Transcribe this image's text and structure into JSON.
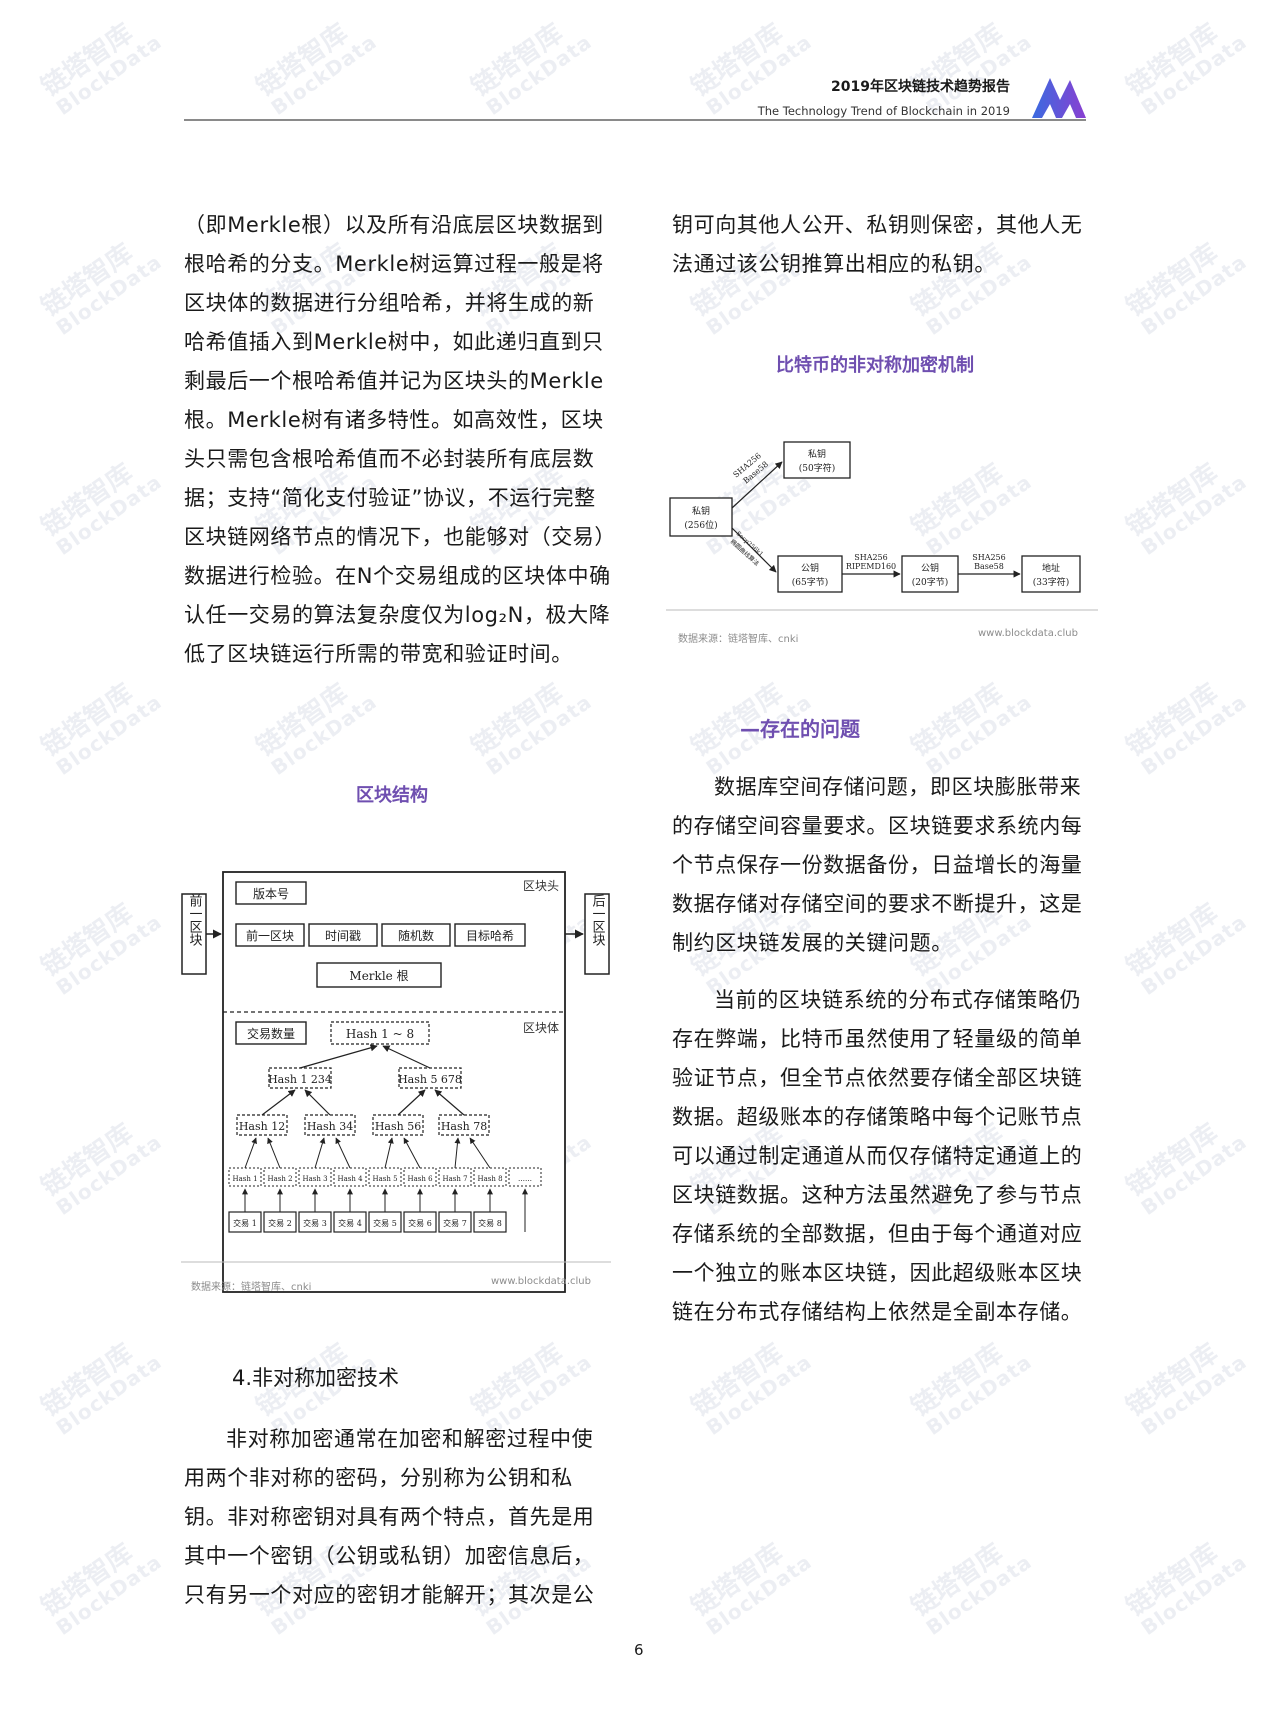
{
  "header": {
    "title": "2019年区块链技术趋势报告",
    "subtitle": "The Technology Trend of Blockchain in 2019"
  },
  "watermark": {
    "cn": "链塔智库",
    "en": "BlockData"
  },
  "left_column": {
    "paragraph1": "（即Merkle根）以及所有沿底层区块数据到根哈希的分支。Merkle树运算过程一般是将区块体的数据进行分组哈希，并将生成的新哈希值插入到Merkle树中，如此递归直到只剩最后一个根哈希值并记为区块头的Merkle根。Merkle树有诸多特性。如高效性，区块头只需包含根哈希值而不必封装所有底层数据；支持“简化支付验证”协议，不运行完整区块链网络节点的情况下，也能够对（交易）数据进行检验。在N个交易组成的区块体中确认任一交易的算法复杂度仅为log₂N，极大降低了区块链运行所需的带宽和验证时间。",
    "figure_title": "区块结构",
    "section_heading": "4.非对称加密技术",
    "paragraph2": "非对称加密通常在加密和解密过程中使用两个非对称的密码，分别称为公钥和私钥。非对称密钥对具有两个特点，首先是用其中一个密钥（公钥或私钥）加密信息后，只有另一个对应的密钥才能解开；其次是公"
  },
  "right_column": {
    "paragraph1": "钥可向其他人公开、私钥则保密，其他人无法通过该公钥推算出相应的私钥。",
    "figure_title": "比特币的非对称加密机制",
    "section_title": "—存在的问题",
    "paragraph2": "数据库空间存储问题，即区块膨胀带来的存储空间容量要求。区块链要求系统内每个节点保存一份数据备份，日益增长的海量数据存储对存储空间的要求不断提升，这是制约区块链发展的关键问题。",
    "paragraph3": "当前的区块链系统的分布式存储策略仍存在弊端，比特币虽然使用了轻量级的简单验证节点，但全节点依然要存储全部区块链数据。超级账本的存储策略中每个记账节点可以通过制定通道从而仅存储特定通道上的区块链数据。这种方法虽然避免了参与节点存储系统的全部数据，但由于每个通道对应一个独立的账本区块链，因此超级账本区块链在分布式存储结构上依然是全副本存储。"
  },
  "block_diagram": {
    "prev_block": "前一区块",
    "next_block": "后一区块",
    "header_label": "区块头",
    "body_label": "区块体",
    "version": "版本号",
    "prev_hash": "前一区块",
    "timestamp": "时间戳",
    "nonce": "随机数",
    "target_hash": "目标哈希",
    "merkle_root": "Merkle 根",
    "tx_count": "交易数量",
    "hash_1_8": "Hash 1 ~ 8",
    "hash_1234": "Hash 1 234",
    "hash_5678": "Hash 5 678",
    "hash_12": "Hash 12",
    "hash_34": "Hash 34",
    "hash_56": "Hash 56",
    "hash_78": "Hash 78",
    "leaf_hashes": [
      "Hash 1",
      "Hash 2",
      "Hash 3",
      "Hash 4",
      "Hash 5",
      "Hash 6",
      "Hash 7",
      "Hash 8",
      "……"
    ],
    "transactions": [
      "交易 1",
      "交易 2",
      "交易 3",
      "交易 4",
      "交易 5",
      "交易 6",
      "交易 7",
      "交易 8"
    ],
    "source": "数据来源：链塔智库、cnki",
    "url": "www.blockdata.club"
  },
  "crypto_diagram": {
    "private_key_256": "私钥",
    "private_key_256_sub": "(256位)",
    "private_key_50": "私钥",
    "private_key_50_sub": "(50字符)",
    "public_key_65": "公钥",
    "public_key_65_sub": "(65字节)",
    "public_key_20": "公钥",
    "public_key_20_sub": "(20字节)",
    "address": "地址",
    "address_sub": "(33字符)",
    "edge_top": "SHA256",
    "edge_top2": "Base58",
    "edge_bottom": "Secp256k1",
    "edge_bottom2": "椭圆曲线算法",
    "edge_mid1": "SHA256",
    "edge_mid1b": "RIPEMD160",
    "edge_mid2": "SHA256",
    "edge_mid2b": "Base58",
    "source": "数据来源：链塔智库、cnki",
    "url": "www.blockdata.club"
  },
  "page_number": "6"
}
